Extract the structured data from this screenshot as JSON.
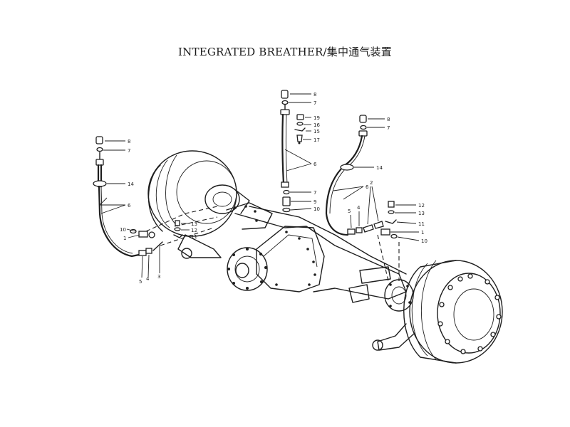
{
  "title": "INTEGRATED BREATHER/集中通气装置",
  "labels": {
    "l1": "1",
    "l2": "2",
    "l3": "3",
    "l4": "4",
    "l5": "5",
    "l6": "6",
    "l7": "7",
    "l8": "8",
    "l9": "9",
    "l10": "10",
    "l11": "11",
    "l12": "12",
    "l13": "13",
    "l14": "14",
    "l15": "15",
    "l16": "16",
    "l17": "17"
  },
  "colors": {
    "ink": "#1e1e1e",
    "paper": "#ffffff"
  }
}
